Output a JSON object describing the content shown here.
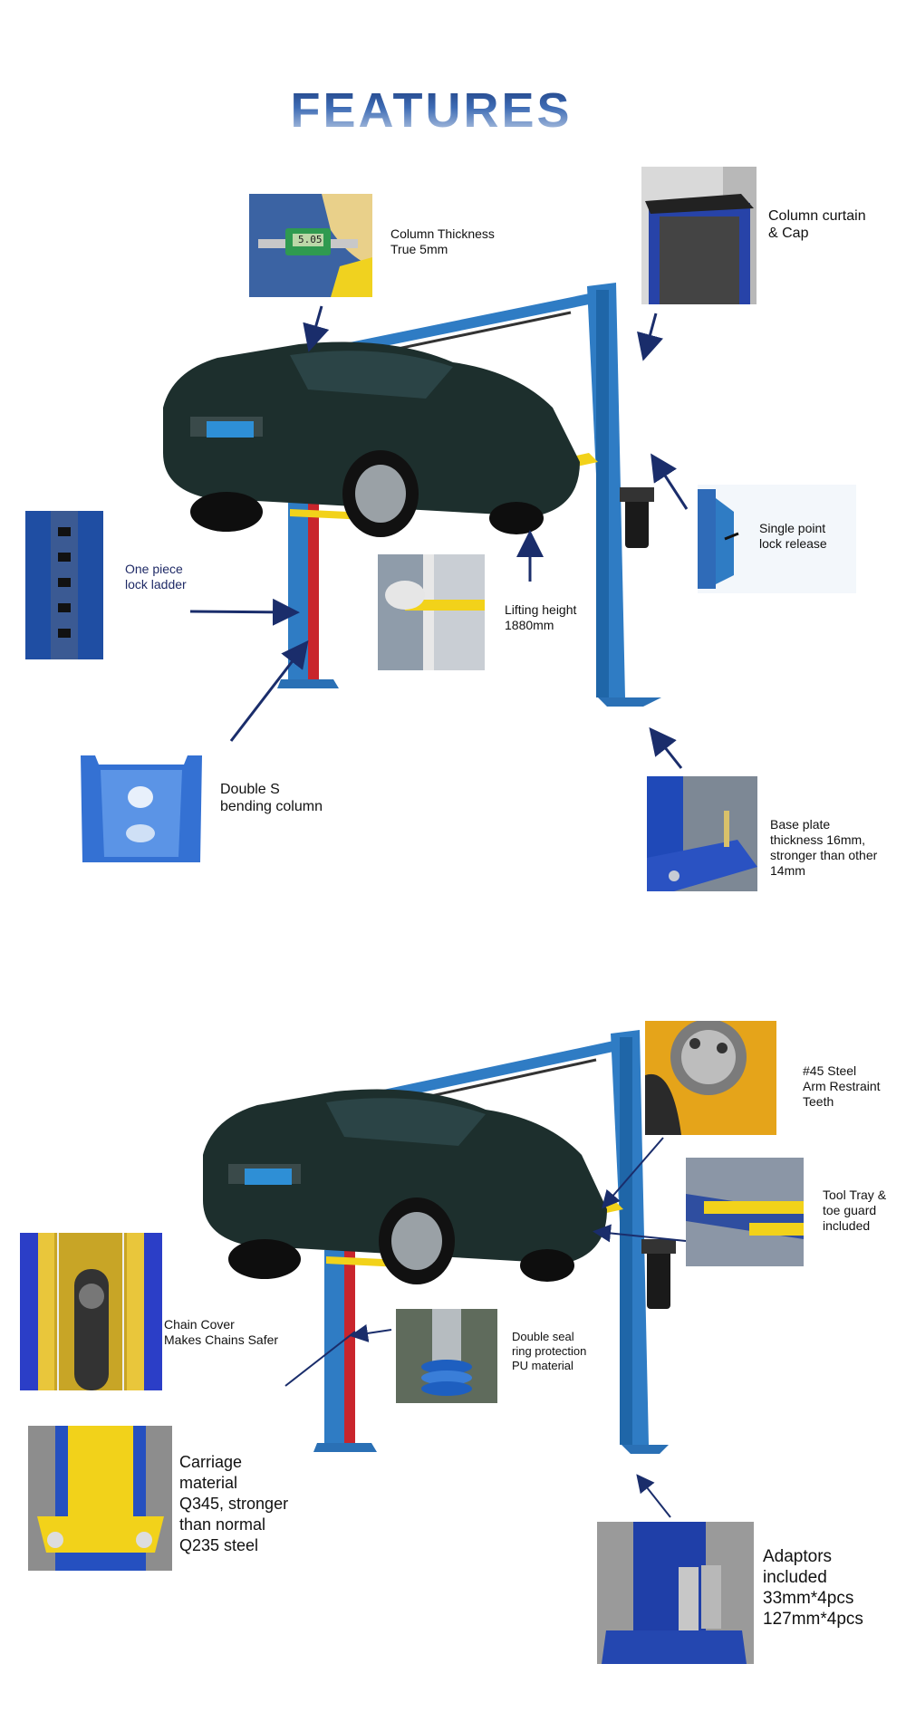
{
  "title": "FEATURES",
  "section1": {
    "column_thickness": "Column Thickness\nTrue 5mm",
    "column_curtain": "Column curtain\n& Cap",
    "single_point": "Single point\nlock release",
    "one_piece": "One piece\nlock ladder",
    "lifting_height": "Lifting height\n1880mm",
    "double_s": "Double S\nbending column",
    "base_plate": "Base plate\nthickness 16mm,\nstronger than other\n14mm",
    "caliper_reading": "5.05"
  },
  "section2": {
    "steel_teeth": "#45 Steel\nArm Restraint\nTeeth",
    "tool_tray": "Tool Tray &\ntoe guard\nincluded",
    "chain_cover": "Chain Cover\nMakes Chains Safer",
    "double_seal": "Double seal\nring protection\nPU material",
    "carriage": "Carriage\nmaterial\nQ345, stronger\nthan normal\nQ235 steel",
    "adaptors": "Adaptors\nincluded\n33mm*4pcs\n127mm*4pcs"
  },
  "colors": {
    "lift_blue": "#2f7cc4",
    "arm_yellow": "#f2d21a",
    "car_body": "#1d2f2d",
    "arrow_navy": "#1a2d6b",
    "title_blue": "#2d4f96"
  }
}
